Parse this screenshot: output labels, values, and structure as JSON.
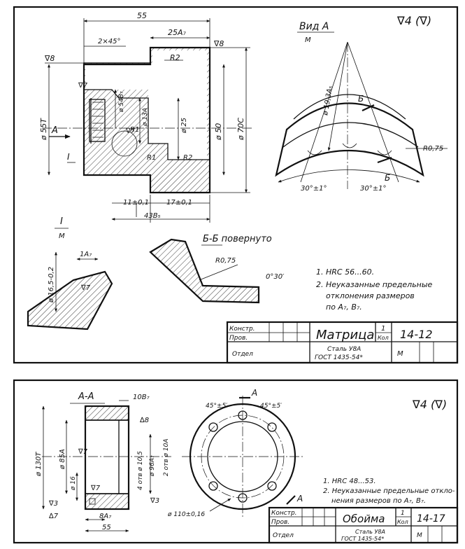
{
  "sheet1": {
    "roughness": "∇4 (∇)",
    "view_a_title": "Вид А",
    "view_a_scale": "М",
    "detail_i_title": "I",
    "detail_i_scale": "М",
    "section_bb_title": "Б-Б повернуто",
    "dims": {
      "len_55": "55",
      "len_25": "25A₇",
      "chamfer": "2×45°",
      "r2_top": "R2",
      "r2_low": "R2",
      "r1_a": "R1",
      "r1_b": "R1",
      "rough_8a": "∇8",
      "rough_8b": "∇8",
      "rough_7a": "∇7",
      "rough_7b": "∇7",
      "d557": "ø 55Т",
      "d54": "ø 54В₇",
      "d13": "ø 13А",
      "d25": "ø 25",
      "d50": "ø 50",
      "d70": "ø 70С",
      "l11": "11±0,1",
      "l17": "17±0,1",
      "l43": "43В₅",
      "view_arrow": "А",
      "detail_mark": "I",
      "d193": "ø 19,3А₅",
      "b_mark": "Б",
      "b_mark2": "Б",
      "r075": "R0,75",
      "ang1": "30°±1°",
      "ang2": "30°±1°",
      "ta7": "1A₇",
      "d165": "ø 16,5-0,2",
      "rough_7c": "∇7",
      "r075b": "R0,75",
      "ang30": "0°30′"
    },
    "notes": [
      "1. HRC 56...60.",
      "2. Неуказанные предельные",
      "отклонения размеров",
      "по А₇, В₇."
    ],
    "titleblock": {
      "konstr": "Констр.",
      "prov": "Пров.",
      "otdel": "Отдел",
      "name": "Матрица",
      "qty": "1",
      "qty_label": "Кол",
      "number": "14-12",
      "material1": "Сталь У8А",
      "material2": "ГОСТ 1435-54*",
      "scale": "М"
    }
  },
  "sheet2": {
    "roughness": "∇4 (∇)",
    "section_aa_title": "А-А",
    "dims": {
      "w10": "10В₇",
      "d130": "ø 130Т",
      "d85": "ø 85А",
      "d16": "ø 16",
      "holes": "4 отв ø 10,5",
      "d96": "ø 96А₇",
      "holes2": "2 отв ø 10А",
      "r8": "∆8",
      "r7a": "∇7",
      "r7b": "∇7",
      "r3a": "∇3",
      "r3b": "∇3",
      "r7c": "∆7",
      "l8": "8А₇",
      "l55": "55",
      "d110": "ø 110±0,16",
      "ang45a": "45°±5′",
      "ang45b": "45°±5′",
      "arrow_a1": "А",
      "arrow_a2": "А"
    },
    "notes": [
      "1. HRC 48...53.",
      "2. Неуказанные предельные откло-",
      "нения размеров по А₇, В₇."
    ],
    "titleblock": {
      "konstr": "Констр.",
      "prov": "Пров.",
      "otdel": "Отдел",
      "name": "Обойма",
      "qty": "1",
      "qty_label": "Кол",
      "number": "14-17",
      "material1": "Сталь У8А",
      "material2": "ГОСТ 1435-54*",
      "scale": "М"
    }
  }
}
